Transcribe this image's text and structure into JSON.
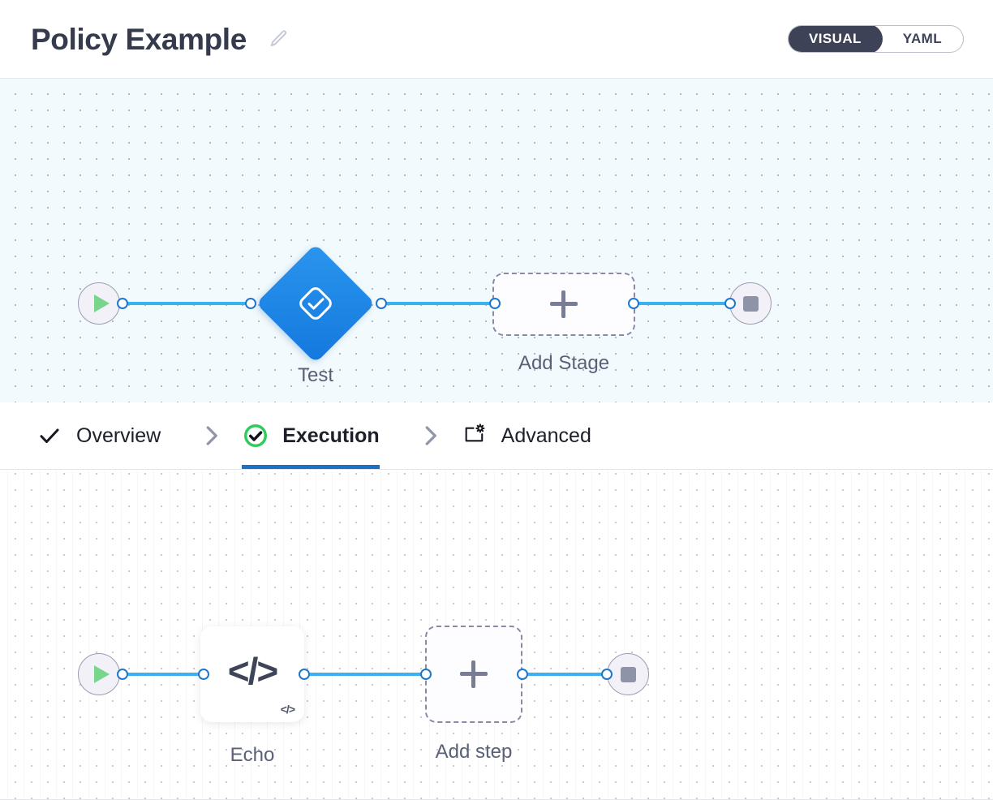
{
  "header": {
    "title": "Policy Example",
    "edit_icon": "pencil-icon",
    "view_toggle": {
      "active": "VISUAL",
      "options": [
        "VISUAL",
        "YAML"
      ]
    }
  },
  "stage_canvas": {
    "start_node": {
      "icon": "play-icon",
      "label": ""
    },
    "stage_node": {
      "label": "Test",
      "icon": "check-diamond-icon"
    },
    "add_stage_node": {
      "label": "Add Stage",
      "icon": "plus-icon"
    },
    "end_node": {
      "icon": "stop-icon",
      "label": ""
    }
  },
  "tabs": [
    {
      "label": "Overview",
      "icon": "check-icon",
      "active": false
    },
    {
      "label": "Execution",
      "icon": "check-circle-green-icon",
      "active": true
    },
    {
      "label": "Advanced",
      "icon": "window-gear-icon",
      "active": false
    }
  ],
  "tab_separator": "chevron-right-icon",
  "step_canvas": {
    "start_node": {
      "icon": "play-icon"
    },
    "step_node": {
      "label": "Echo",
      "icon": "code-icon",
      "badge": "code-badge-icon"
    },
    "add_step_node": {
      "label": "Add step",
      "icon": "plus-icon"
    },
    "end_node": {
      "icon": "stop-icon"
    }
  },
  "colors": {
    "accent_blue": "#1b72c4",
    "edge_blue": "#39b3f0",
    "node_blue": "#1478dd",
    "success_green": "#2ecc5d",
    "play_green": "#79d58c",
    "toggle_dark": "#3e4256",
    "caption_gray": "#5a6075"
  }
}
